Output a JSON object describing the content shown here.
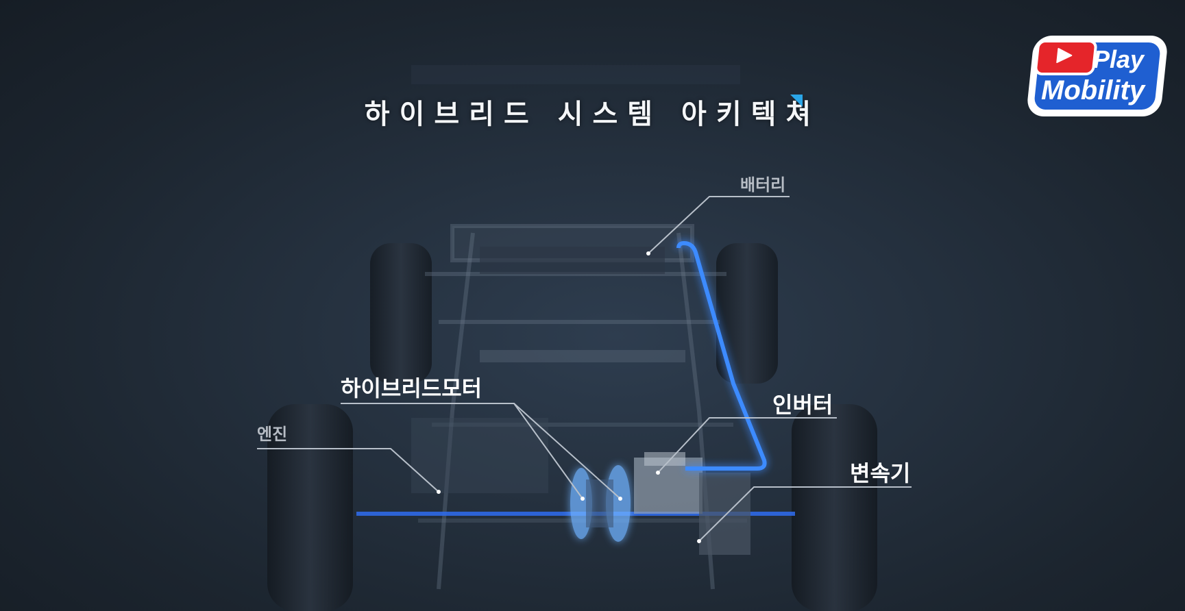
{
  "title": "하이브리드 시스템 아키텍쳐",
  "labels": {
    "battery": "배터리",
    "hybrid_motor": "하이브리드모터",
    "inverter": "인버터",
    "engine": "엔진",
    "transmission": "변속기"
  },
  "logo": {
    "line1": "Play",
    "line2": "Mobility",
    "icon": "play-button-icon"
  },
  "colors": {
    "background": "#1d2631",
    "glow_blue": "#3d8bff",
    "title_mark": "#2aa6e8",
    "logo_red": "#e5252a",
    "logo_blue": "#1f5fd1"
  }
}
